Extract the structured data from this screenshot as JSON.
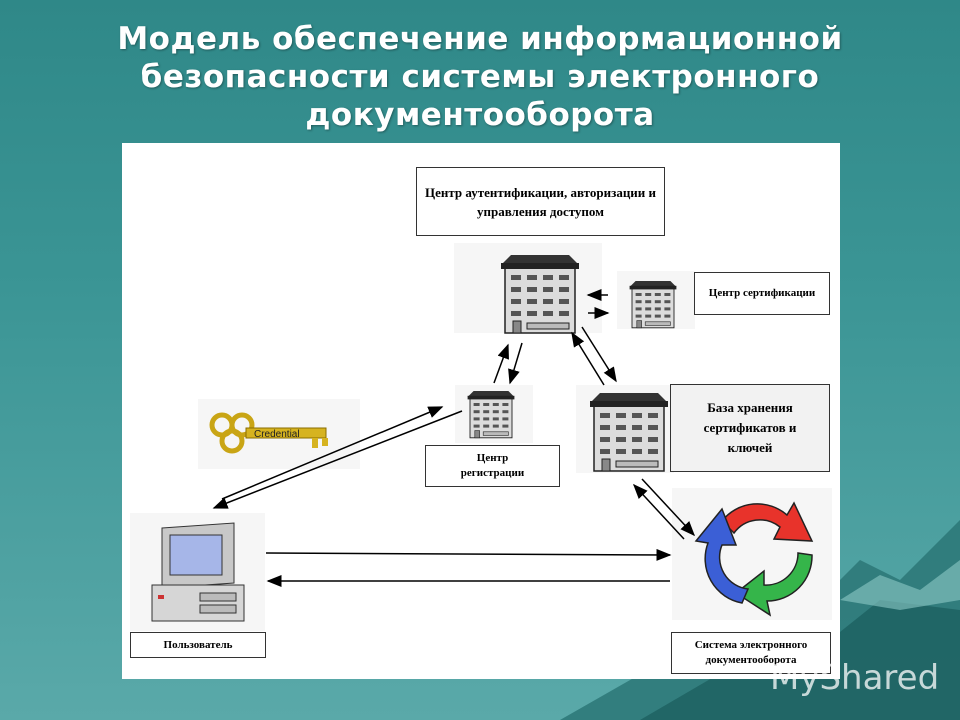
{
  "title": "Модель обеспечение информационной безопасности системы электронного документооборота",
  "nodes": {
    "auth_center": "Центр аутентификации, авторизации и управления доступом",
    "cert_center": "Центр сертификации",
    "cert_store": "База хранения сертификатов и ключей",
    "reg_center": "Центр регистрации",
    "user": "Пользователь",
    "edms": "Система электронного документооборота"
  },
  "key_text": "Credential",
  "watermark": "MyShared",
  "colors": {
    "background": "#3b9595",
    "arrow_red": "#e8332b",
    "arrow_blue": "#3b5fd6",
    "arrow_green": "#35b54a"
  }
}
